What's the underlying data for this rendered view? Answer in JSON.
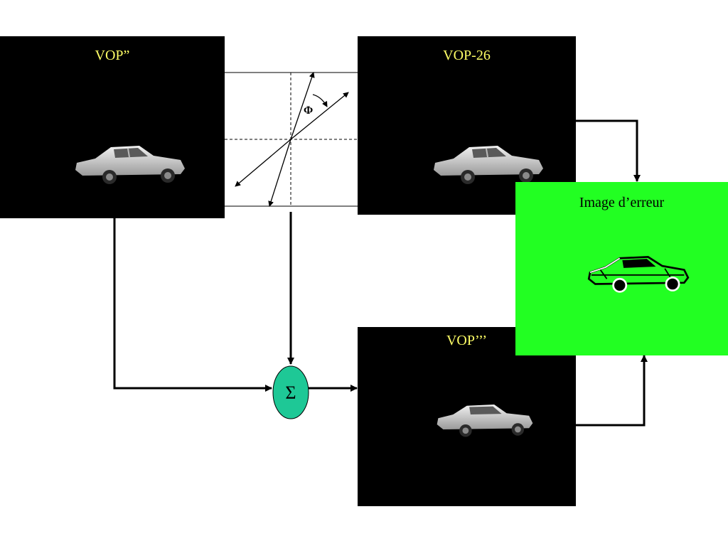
{
  "panels": {
    "vop_in": {
      "title": "VOP”"
    },
    "vop_26": {
      "title": "VOP-26"
    },
    "vop_out": {
      "title": "VOP’’’"
    },
    "error": {
      "title": "Image d’erreur"
    }
  },
  "rotation": {
    "angle_label": "Φ"
  },
  "summation": {
    "symbol": "Σ"
  },
  "colors": {
    "panel_bg": "#000000",
    "title_text": "#ffff66",
    "error_bg": "#22ff22",
    "sum_fill": "#1ec896",
    "line": "#000000"
  },
  "icons": {
    "car": "car-icon"
  }
}
